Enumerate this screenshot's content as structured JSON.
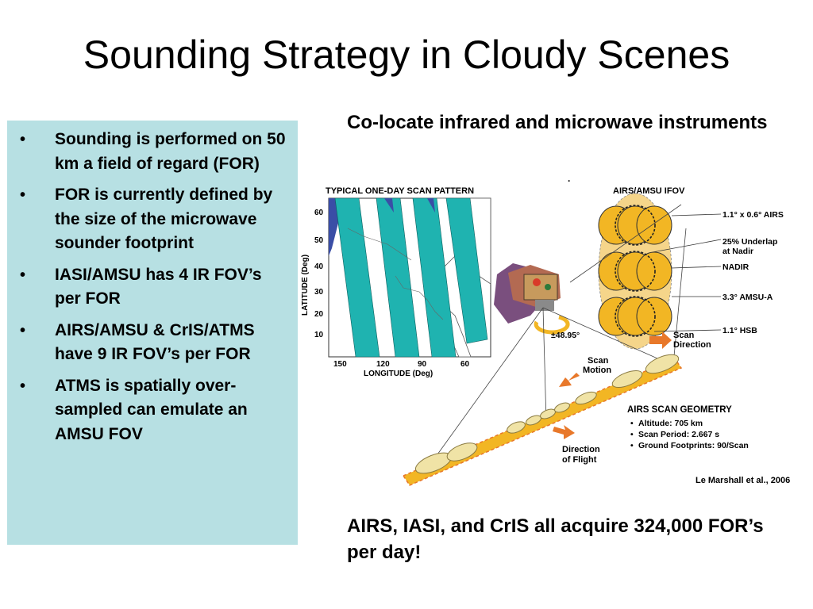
{
  "slide": {
    "title": "Sounding Strategy in Cloudy Scenes",
    "bullets": [
      "Sounding is performed on 50 km a field of regard (FOR)",
      "FOR is currently defined by the size of the microwave sounder footprint",
      "IASI/AMSU has 4 IR FOV’s per FOR",
      "AIRS/AMSU & CrIS/ATMS have 9 IR FOV’s per FOR",
      "ATMS is spatially over-sampled can emulate an AMSU FOV"
    ],
    "bullet_symbol": "•",
    "top_caption": "Co-locate infrared and microwave instruments",
    "dot": ".",
    "bottom_caption": "AIRS, IASI, and CrIS all acquire 324,000 FOR’s per day!",
    "credit": "Le Marshall  et al., 2006"
  },
  "figure": {
    "map_title": "TYPICAL ONE-DAY SCAN PATTERN",
    "lat_axis_label": "LATITUDE (Deg)",
    "lat_ticks": [
      "60",
      "50",
      "40",
      "30",
      "20",
      "10"
    ],
    "lon_axis_label": "LONGITUDE (Deg)",
    "lon_ticks": [
      "150",
      "120",
      "90",
      "60"
    ],
    "ifov_title": "AIRS/AMSU IFOV",
    "ifov_labels": [
      "1.1° x 0.6° AIRS",
      "25% Underlap",
      "at Nadir",
      "NADIR",
      "3.3° AMSU-A",
      "1.1° HSB"
    ],
    "scan_direction": [
      "Scan",
      "Direction"
    ],
    "scan_angle": "±48.95°",
    "scan_motion": [
      "Scan",
      "Motion"
    ],
    "direction_of_flight": [
      "Direction",
      "of Flight"
    ],
    "geometry_title": "AIRS SCAN GEOMETRY",
    "geometry_items": [
      "Altitude: 705 km",
      "Scan Period: 2.667 s",
      "Ground Footprints: 90/Scan"
    ],
    "colors": {
      "swath": "#1fb3b0",
      "map_dark": "#3a4ea6",
      "footprint": "#f2b624",
      "arrow": "#e8782a"
    }
  }
}
